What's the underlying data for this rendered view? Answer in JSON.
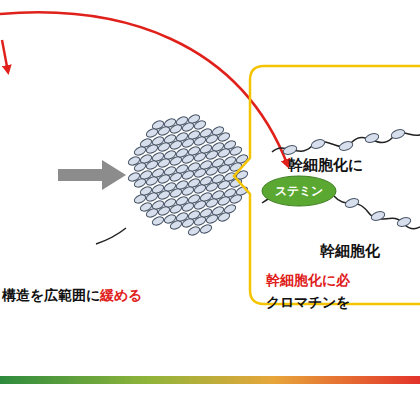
{
  "diagram": {
    "nodes": [
      {
        "text": [
          "幹細胞化に",
          "幹細胞化"
        ]
      },
      {
        "text": [
          "ステミン"
        ],
        "in": 0
      }
    ],
    "labels": [
      "構造を広範囲に",
      "緩める",
      "幹細胞化に必",
      "クロマチンを"
    ]
  }
}
